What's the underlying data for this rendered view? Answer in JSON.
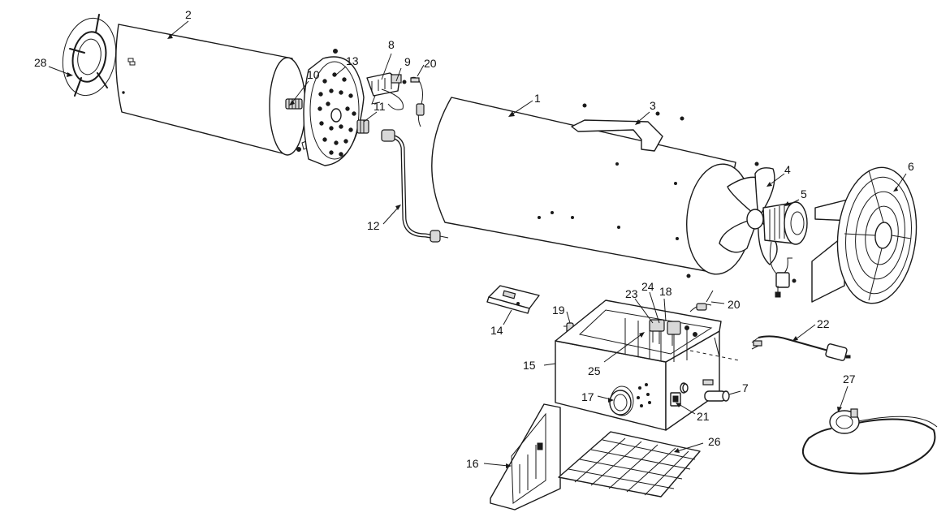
{
  "diagram": {
    "callouts": [
      "1",
      "2",
      "3",
      "4",
      "5",
      "6",
      "7",
      "8",
      "9",
      "10",
      "11",
      "12",
      "13",
      "14",
      "15",
      "16",
      "17",
      "18",
      "19",
      "20",
      "20",
      "21",
      "22",
      "23",
      "24",
      "25",
      "26",
      "27",
      "28"
    ],
    "colors": {
      "line": "#1a1a1a",
      "background": "#ffffff",
      "shade": "#d8d8d8"
    }
  }
}
